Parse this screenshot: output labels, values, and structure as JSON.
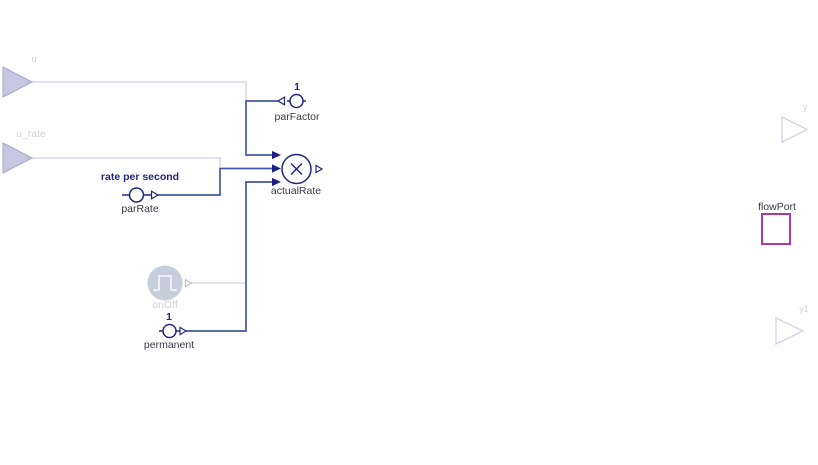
{
  "colors": {
    "block_navy": "#26267f",
    "wire_dark": "#4656a8",
    "arrowhead": "#1d1d87",
    "wire_conditional_light": "#d7d9ec",
    "disabled_fill": "#c7c7df",
    "onoff_fill": "#c6cedb",
    "label_dark": "#3a3a46",
    "label_faded": "#cdd1dc",
    "flowport_magenta": "#a93ba4",
    "background": "#ffffff"
  },
  "components": {
    "input_u": {
      "label": "u"
    },
    "input_u_rate": {
      "label": "u_rate"
    },
    "par_factor": {
      "value": "1",
      "label": "parFactor"
    },
    "par_rate": {
      "value": "rate per second",
      "label": "parRate"
    },
    "actual_rate": {
      "label": "actualRate",
      "operator_icon": "multiply-icon"
    },
    "on_off": {
      "label": "onOff",
      "icon": "pulse-icon"
    },
    "permanent": {
      "value": "1",
      "label": "permanent"
    },
    "output_y": {
      "label": "y"
    },
    "flow_port": {
      "label": "flowPort"
    },
    "output_y1": {
      "label": "y1"
    }
  }
}
